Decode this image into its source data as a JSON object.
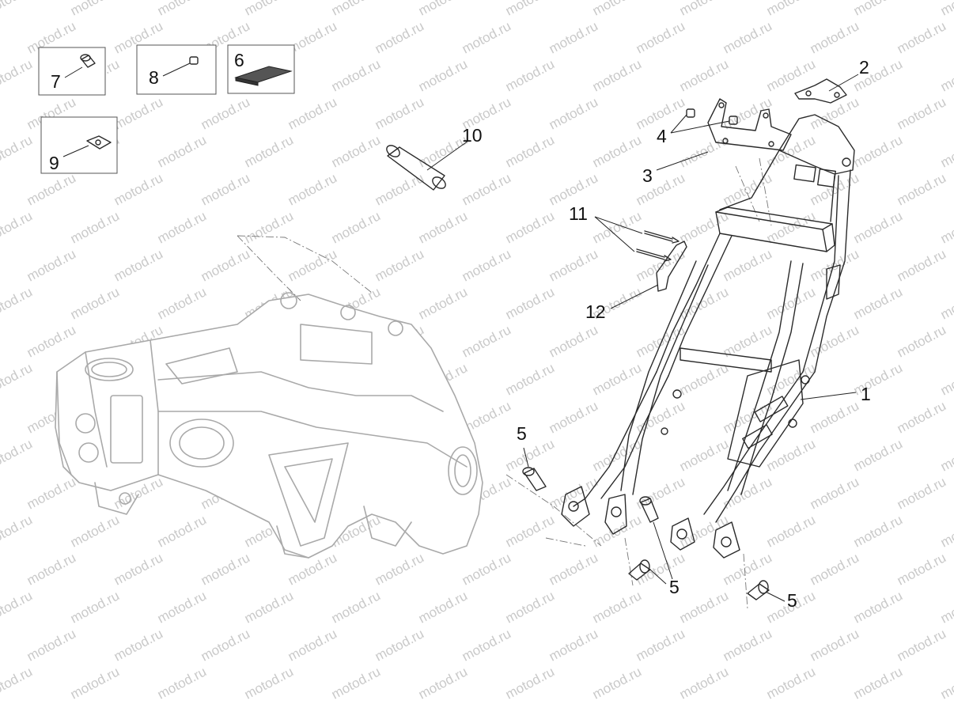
{
  "watermark": "motod.ru",
  "callouts": [
    {
      "id": "1",
      "text": "1"
    },
    {
      "id": "2",
      "text": "2"
    },
    {
      "id": "3",
      "text": "3"
    },
    {
      "id": "4",
      "text": "4"
    },
    {
      "id": "5a",
      "text": "5"
    },
    {
      "id": "5b",
      "text": "5"
    },
    {
      "id": "5c",
      "text": "5"
    },
    {
      "id": "6",
      "text": "6"
    },
    {
      "id": "7",
      "text": "7"
    },
    {
      "id": "8",
      "text": "8"
    },
    {
      "id": "9",
      "text": "9"
    },
    {
      "id": "10",
      "text": "10"
    },
    {
      "id": "11",
      "text": "11"
    },
    {
      "id": "12",
      "text": "12"
    }
  ],
  "colors": {
    "line": "#2a2a2a",
    "ghost": "#a9a9a9",
    "watermark": "#c9c9c9",
    "background": "#ffffff"
  }
}
